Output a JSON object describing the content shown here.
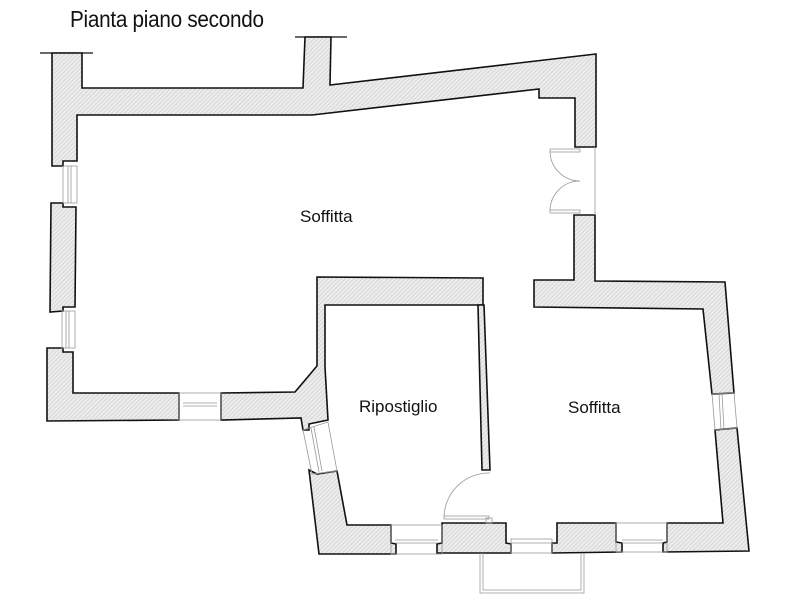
{
  "title": "Pianta piano secondo",
  "rooms": [
    {
      "name": "Soffitta"
    },
    {
      "name": "Ripostiglio"
    },
    {
      "name": "Soffitta"
    }
  ],
  "colors": {
    "wall_fill": "#e6e6e6",
    "wall_stroke": "#111111",
    "fixture": "#999999"
  }
}
